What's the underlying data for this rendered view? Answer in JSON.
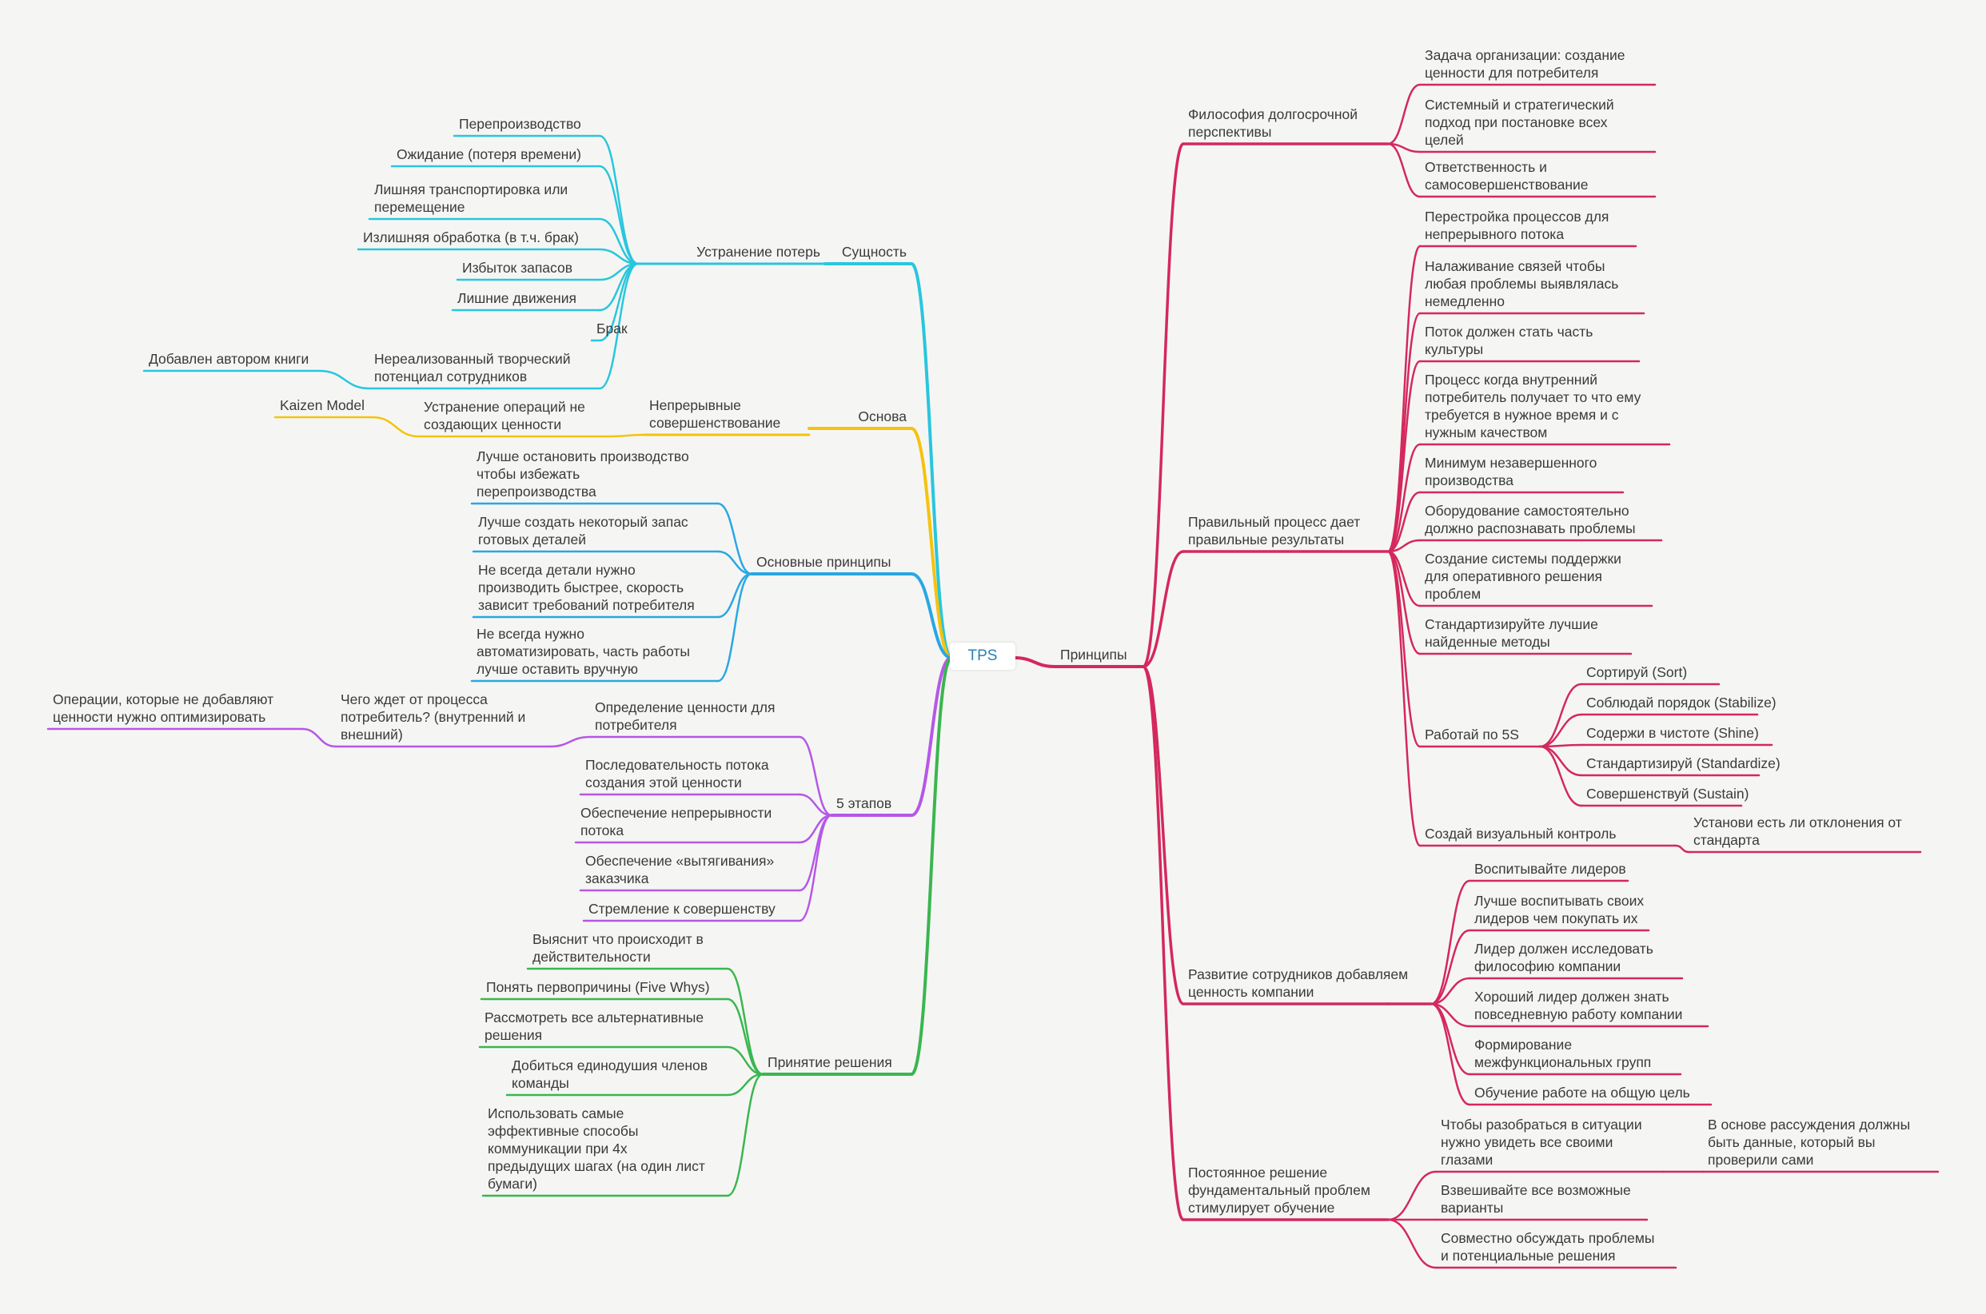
{
  "root": "TPS",
  "colors": {
    "background": "#f5f6f4",
    "cyan": "#29c6dd",
    "yellow": "#f5c30f",
    "blue": "#2aa7e3",
    "purple": "#b657e6",
    "green": "#3ab64f",
    "crimson": "#d4285e",
    "root_text": "#2b80b9"
  },
  "branches": {
    "sushchnost": {
      "label": "Сущность",
      "ustranenie_poter": {
        "label": "Устранение потерь",
        "items": [
          "Перепроизводство",
          "Ожидание (потеря времени)",
          "Лишняя транспортировка или\nперемещение",
          "Излишняя обработка (в т.ч. брак)",
          "Избыток запасов",
          "Лишние движения",
          "Брак",
          "Нереализованный творческий\nпотенциал сотрудников"
        ],
        "note": "Добавлен автором книги"
      }
    },
    "osnova": {
      "label": "Основа",
      "child": "Непрерывные\nсовершенствование",
      "sub": "Устранение операций не\nсоздающих ценности",
      "note": "Kaizen Model"
    },
    "osnovnye_principy": {
      "label": "Основные принципы",
      "items": [
        "Лучше остановить производство\nчтобы избежать\nперепроизводства",
        "Лучше создать некоторый запас\nготовых деталей",
        "Не всегда детали нужно\nпроизводить быстрее, скорость\nзависит требований потребителя",
        "Не всегда нужно\nавтоматизировать, часть работы\nлучше оставить вручную"
      ]
    },
    "pyat_etapov": {
      "label": "5 этапов",
      "items": [
        "Определение ценности для\nпотребителя",
        "Последовательность потока\nсоздания этой ценности",
        "Обеспечение непрерывности\nпотока",
        "Обеспечение «вытягивания»\nзаказчика",
        "Стремление к совершенству"
      ],
      "question": "Чего ждет от процесса\nпотребитель? (внутренний и\nвнешний)",
      "question_note": "Операции, которые не добавляют\nценности нужно оптимизировать"
    },
    "prinyatie_resheniya": {
      "label": "Принятие решения",
      "items": [
        "Выяснит что происходит в\nдействительности",
        "Понять первопричины (Five Whys)",
        "Рассмотреть все альтернативные\nрешения",
        "Добиться единодушия членов\nкоманды",
        "Использовать самые\nэффективные способы\nкоммуникации при 4х\nпредыдущих шагах (на один лист\nбумаги)"
      ]
    },
    "principy": {
      "label": "Принципы",
      "filosofiya": {
        "label": "Философия долгосрочной\nперспективы",
        "items": [
          "Задача организации: создание\nценности для потребителя",
          "Системный и стратегический\nподход при постановке всех\nцелей",
          "Ответственность и\nсамосовершенствование"
        ]
      },
      "process": {
        "label": "Правильный процесс дает\nправильные результаты",
        "items": [
          "Перестройка процессов для\nнепрерывного потока",
          "Налаживание связей чтобы\nлюбая проблемы выявлялась\nнемедленно",
          "Поток должен стать часть\nкультуры",
          "Процесс когда внутренний\nпотребитель получает то что ему\nтребуется в нужное время и с\nнужным качеством",
          "Минимум незавершенного\nпроизводства",
          "Оборудование самостоятельно\nдолжно распознавать проблемы",
          "Создание системы поддержки\nдля оперативного решения\nпроблем",
          "Стандартизируйте лучшие\nнайденные методы"
        ],
        "five_s": {
          "label": "Работай по 5S",
          "items": [
            "Сортируй (Sort)",
            "Соблюдай порядок (Stabilize)",
            "Содержи в чистоте (Shine)",
            "Стандартизируй (Standardize)",
            "Совершенствуй (Sustain)"
          ]
        },
        "visual": {
          "label": "Создай визуальный контроль",
          "child": "Установи есть ли отклонения от\nстандарта"
        }
      },
      "razvitie": {
        "label": "Развитие сотрудников добавляем\nценность компании",
        "items": [
          "Воспитывайте лидеров",
          "Лучше воспитывать своих\nлидеров чем покупать их",
          "Лидер должен исследовать\nфилософию компании",
          "Хороший лидер должен знать\nповседневную работу компании",
          "Формирование\nмежфункциональных групп",
          "Обучение работе на общую цель"
        ]
      },
      "reshenie": {
        "label": "Постоянное решение\nфундаментальный проблем\nстимулирует обучение",
        "items": [
          "Чтобы разобраться в ситуации\nнужно увидеть все своими\nглазами",
          "Взвешивайте все возможные\nварианты",
          "Совместно обсуждать проблемы\nи потенциальные решения"
        ],
        "note": "В основе рассуждения должны\nбыть данные, который вы\nпроверили сами"
      }
    }
  }
}
